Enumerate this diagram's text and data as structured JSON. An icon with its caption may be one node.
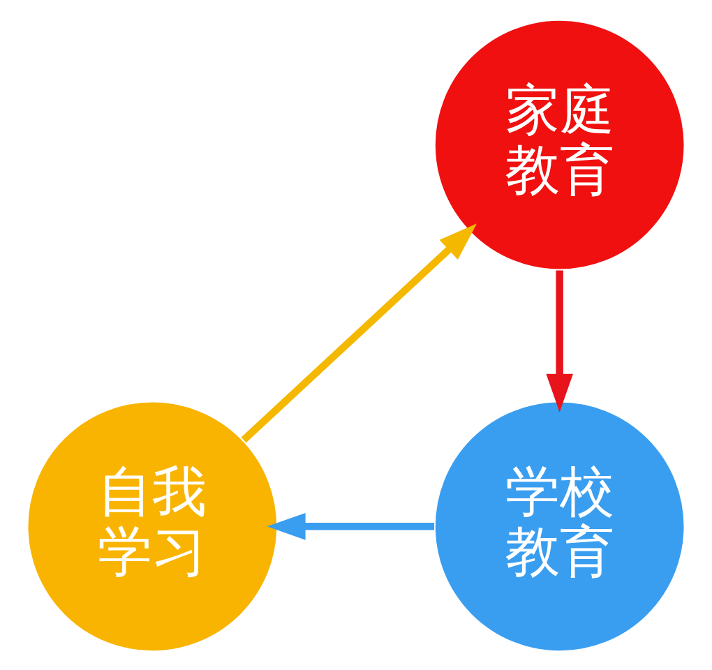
{
  "diagram": {
    "nodes": [
      {
        "text": [
          "家庭教育"
        ]
      },
      {
        "text": [
          "学校教育"
        ]
      },
      {
        "text": [
          "自我学习"
        ]
      }
    ],
    "edges": [
      {
        "from": 0,
        "to": 1,
        "arrow": "to",
        "color": "#e8141c"
      },
      {
        "from": 1,
        "to": 2,
        "arrow": "to",
        "color": "#3a9ef0"
      },
      {
        "from": 2,
        "to": 0,
        "arrow": "to",
        "color": "#f5b800"
      }
    ]
  }
}
